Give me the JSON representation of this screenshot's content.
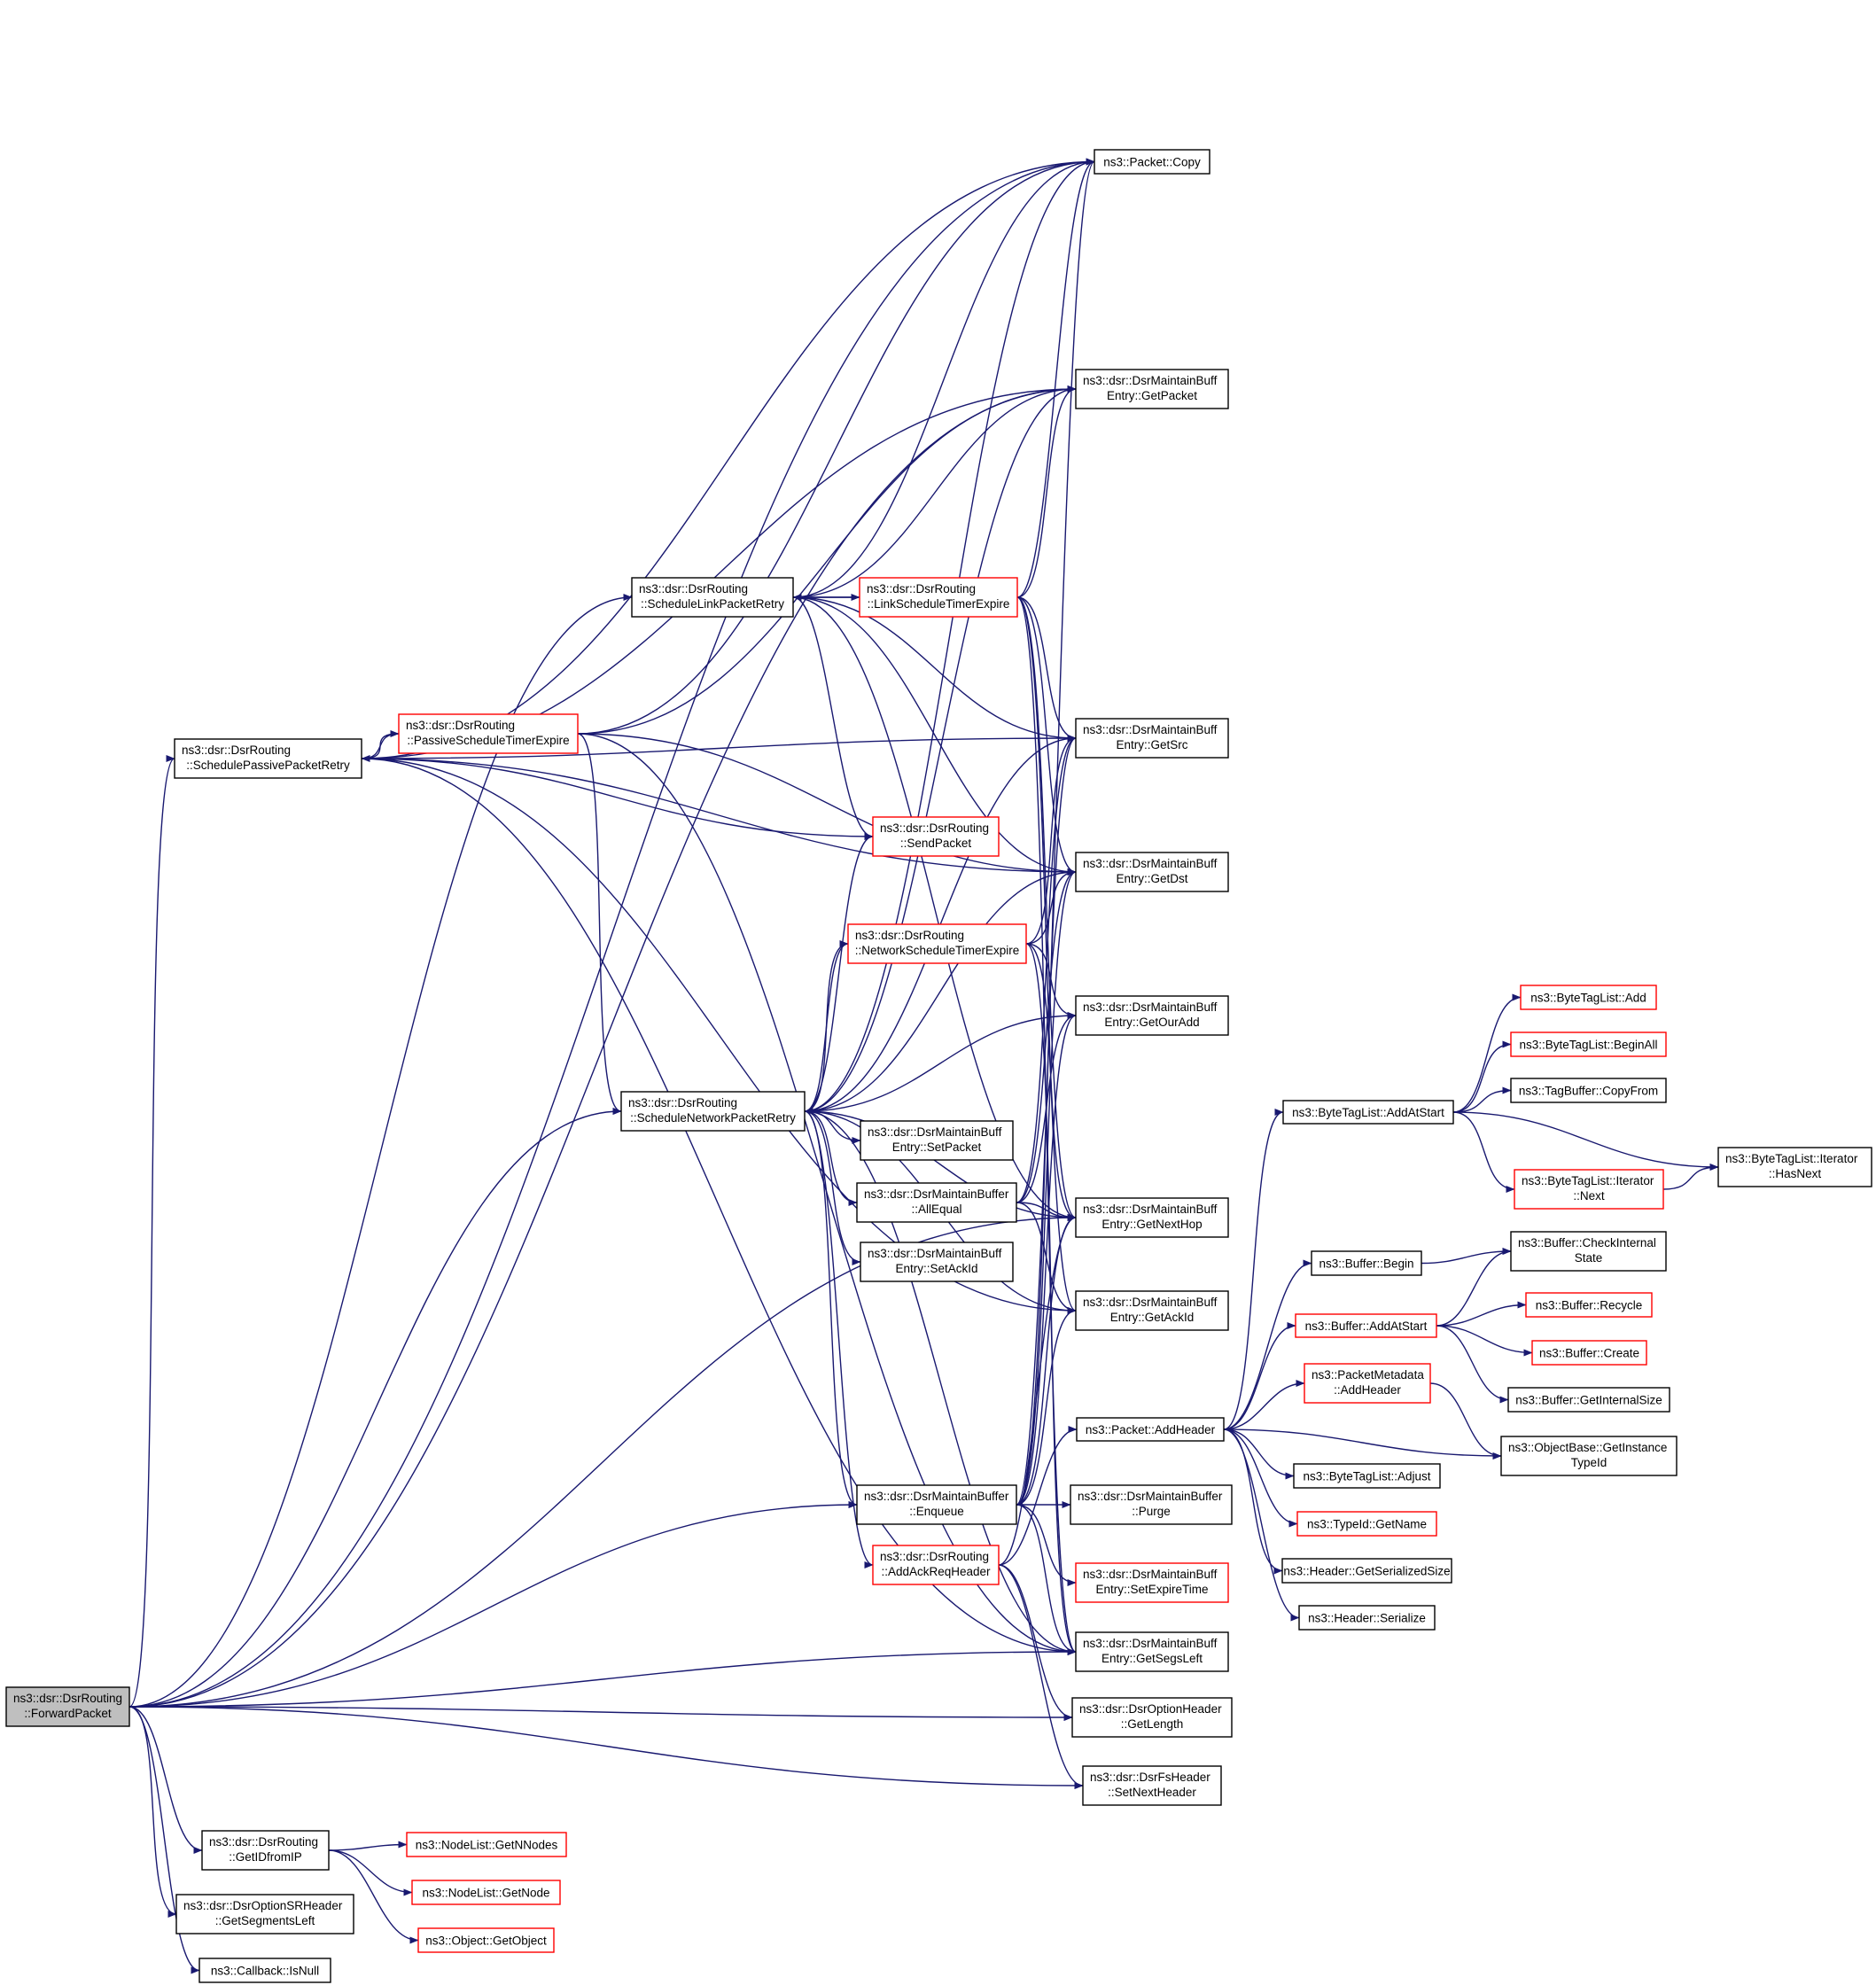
{
  "colors": {
    "edge": "#191970",
    "normal_border": "#000000",
    "truncated_border": "#ff0000",
    "root_fill": "#bfbfbf",
    "node_fill": "#ffffff"
  },
  "nodes": [
    {
      "id": "forward",
      "lines": [
        "ns3::dsr::DsrRouting",
        "::ForwardPacket"
      ],
      "style": "root"
    },
    {
      "id": "copy",
      "lines": [
        "ns3::Packet::Copy"
      ],
      "style": "normal"
    },
    {
      "id": "getpacket",
      "lines": [
        "ns3::dsr::DsrMaintainBuff",
        "Entry::GetPacket"
      ],
      "style": "normal"
    },
    {
      "id": "slpr",
      "lines": [
        "ns3::dsr::DsrRouting",
        "::ScheduleLinkPacketRetry"
      ],
      "style": "normal"
    },
    {
      "id": "lste",
      "lines": [
        "ns3::dsr::DsrRouting",
        "::LinkScheduleTimerExpire"
      ],
      "style": "truncated"
    },
    {
      "id": "sppr",
      "lines": [
        "ns3::dsr::DsrRouting",
        "::SchedulePassivePacketRetry"
      ],
      "style": "normal"
    },
    {
      "id": "pste",
      "lines": [
        "ns3::dsr::DsrRouting",
        "::PassiveScheduleTimerExpire"
      ],
      "style": "truncated"
    },
    {
      "id": "getsrc",
      "lines": [
        "ns3::dsr::DsrMaintainBuff",
        "Entry::GetSrc"
      ],
      "style": "normal"
    },
    {
      "id": "sendpacket",
      "lines": [
        "ns3::dsr::DsrRouting",
        "::SendPacket"
      ],
      "style": "truncated"
    },
    {
      "id": "getdst",
      "lines": [
        "ns3::dsr::DsrMaintainBuff",
        "Entry::GetDst"
      ],
      "style": "normal"
    },
    {
      "id": "nste",
      "lines": [
        "ns3::dsr::DsrRouting",
        "::NetworkScheduleTimerExpire"
      ],
      "style": "truncated"
    },
    {
      "id": "getouradd",
      "lines": [
        "ns3::dsr::DsrMaintainBuff",
        "Entry::GetOurAdd"
      ],
      "style": "normal"
    },
    {
      "id": "snpr",
      "lines": [
        "ns3::dsr::DsrRouting",
        "::ScheduleNetworkPacketRetry"
      ],
      "style": "normal"
    },
    {
      "id": "setpacket",
      "lines": [
        "ns3::dsr::DsrMaintainBuff",
        "Entry::SetPacket"
      ],
      "style": "normal"
    },
    {
      "id": "allequal",
      "lines": [
        "ns3::dsr::DsrMaintainBuffer",
        "::AllEqual"
      ],
      "style": "normal"
    },
    {
      "id": "getnexthop",
      "lines": [
        "ns3::dsr::DsrMaintainBuff",
        "Entry::GetNextHop"
      ],
      "style": "normal"
    },
    {
      "id": "setackid",
      "lines": [
        "ns3::dsr::DsrMaintainBuff",
        "Entry::SetAckId"
      ],
      "style": "normal"
    },
    {
      "id": "getackid",
      "lines": [
        "ns3::dsr::DsrMaintainBuff",
        "Entry::GetAckId"
      ],
      "style": "normal"
    },
    {
      "id": "addheader",
      "lines": [
        "ns3::Packet::AddHeader"
      ],
      "style": "normal"
    },
    {
      "id": "enqueue",
      "lines": [
        "ns3::dsr::DsrMaintainBuffer",
        "::Enqueue"
      ],
      "style": "normal"
    },
    {
      "id": "purge",
      "lines": [
        "ns3::dsr::DsrMaintainBuffer",
        "::Purge"
      ],
      "style": "normal"
    },
    {
      "id": "addackreq",
      "lines": [
        "ns3::dsr::DsrRouting",
        "::AddAckReqHeader"
      ],
      "style": "truncated"
    },
    {
      "id": "setexpire",
      "lines": [
        "ns3::dsr::DsrMaintainBuff",
        "Entry::SetExpireTime"
      ],
      "style": "truncated"
    },
    {
      "id": "getsegsleft",
      "lines": [
        "ns3::dsr::DsrMaintainBuff",
        "Entry::GetSegsLeft"
      ],
      "style": "normal"
    },
    {
      "id": "getlength",
      "lines": [
        "ns3::dsr::DsrOptionHeader",
        "::GetLength"
      ],
      "style": "normal"
    },
    {
      "id": "setnextheader",
      "lines": [
        "ns3::dsr::DsrFsHeader",
        "::SetNextHeader"
      ],
      "style": "normal"
    },
    {
      "id": "getidfromip",
      "lines": [
        "ns3::dsr::DsrRouting",
        "::GetIDfromIP"
      ],
      "style": "normal"
    },
    {
      "id": "getsegmentsleft",
      "lines": [
        "ns3::dsr::DsrOptionSRHeader",
        "::GetSegmentsLeft"
      ],
      "style": "normal"
    },
    {
      "id": "isnull",
      "lines": [
        "ns3::Callback::IsNull"
      ],
      "style": "normal"
    },
    {
      "id": "getnnodes",
      "lines": [
        "ns3::NodeList::GetNNodes"
      ],
      "style": "truncated"
    },
    {
      "id": "getnode",
      "lines": [
        "ns3::NodeList::GetNode"
      ],
      "style": "truncated"
    },
    {
      "id": "getobject",
      "lines": [
        "ns3::Object::GetObject"
      ],
      "style": "truncated"
    },
    {
      "id": "btl_add",
      "lines": [
        "ns3::ByteTagList::Add"
      ],
      "style": "truncated"
    },
    {
      "id": "btl_beginall",
      "lines": [
        "ns3::ByteTagList::BeginAll"
      ],
      "style": "truncated"
    },
    {
      "id": "tb_copyfrom",
      "lines": [
        "ns3::TagBuffer::CopyFrom"
      ],
      "style": "normal"
    },
    {
      "id": "btl_addatstart",
      "lines": [
        "ns3::ByteTagList::AddAtStart"
      ],
      "style": "normal"
    },
    {
      "id": "btl_it_hasnext",
      "lines": [
        "ns3::ByteTagList::Iterator",
        "::HasNext"
      ],
      "style": "normal"
    },
    {
      "id": "btl_it_next",
      "lines": [
        "ns3::ByteTagList::Iterator",
        "::Next"
      ],
      "style": "truncated"
    },
    {
      "id": "buf_begin",
      "lines": [
        "ns3::Buffer::Begin"
      ],
      "style": "normal"
    },
    {
      "id": "buf_checkinternal",
      "lines": [
        "ns3::Buffer::CheckInternal",
        "State"
      ],
      "style": "normal"
    },
    {
      "id": "buf_addatstart",
      "lines": [
        "ns3::Buffer::AddAtStart"
      ],
      "style": "truncated"
    },
    {
      "id": "buf_recycle",
      "lines": [
        "ns3::Buffer::Recycle"
      ],
      "style": "truncated"
    },
    {
      "id": "buf_create",
      "lines": [
        "ns3::Buffer::Create"
      ],
      "style": "truncated"
    },
    {
      "id": "pm_addheader",
      "lines": [
        "ns3::PacketMetadata",
        "::AddHeader"
      ],
      "style": "truncated"
    },
    {
      "id": "buf_getinternalsize",
      "lines": [
        "ns3::Buffer::GetInternalSize"
      ],
      "style": "normal"
    },
    {
      "id": "ob_getinstancetypeid",
      "lines": [
        "ns3::ObjectBase::GetInstance",
        "TypeId"
      ],
      "style": "normal"
    },
    {
      "id": "btl_adjust",
      "lines": [
        "ns3::ByteTagList::Adjust"
      ],
      "style": "normal"
    },
    {
      "id": "typeid_getname",
      "lines": [
        "ns3::TypeId::GetName"
      ],
      "style": "truncated"
    },
    {
      "id": "hdr_getserializedsize",
      "lines": [
        "ns3::Header::GetSerializedSize"
      ],
      "style": "normal"
    },
    {
      "id": "hdr_serialize",
      "lines": [
        "ns3::Header::Serialize"
      ],
      "style": "normal"
    }
  ],
  "edges": [
    [
      "forward",
      "copy"
    ],
    [
      "forward",
      "getpacket"
    ],
    [
      "forward",
      "slpr"
    ],
    [
      "forward",
      "sppr"
    ],
    [
      "forward",
      "snpr"
    ],
    [
      "forward",
      "getnexthop"
    ],
    [
      "forward",
      "enqueue"
    ],
    [
      "forward",
      "getsegsleft"
    ],
    [
      "forward",
      "getlength"
    ],
    [
      "forward",
      "setnextheader"
    ],
    [
      "forward",
      "getidfromip"
    ],
    [
      "forward",
      "getsegmentsleft"
    ],
    [
      "forward",
      "isnull"
    ],
    [
      "slpr",
      "copy"
    ],
    [
      "slpr",
      "getpacket"
    ],
    [
      "slpr",
      "lste"
    ],
    [
      "slpr",
      "getsrc"
    ],
    [
      "slpr",
      "sendpacket"
    ],
    [
      "slpr",
      "getdst"
    ],
    [
      "slpr",
      "getnexthop"
    ],
    [
      "lste",
      "slpr"
    ],
    [
      "lste",
      "copy"
    ],
    [
      "lste",
      "getpacket"
    ],
    [
      "lste",
      "getsrc"
    ],
    [
      "lste",
      "getdst"
    ],
    [
      "lste",
      "getnexthop"
    ],
    [
      "lste",
      "getackid"
    ],
    [
      "lste",
      "getsegsleft"
    ],
    [
      "sppr",
      "copy"
    ],
    [
      "sppr",
      "getpacket"
    ],
    [
      "sppr",
      "pste"
    ],
    [
      "sppr",
      "getsrc"
    ],
    [
      "sppr",
      "sendpacket"
    ],
    [
      "sppr",
      "getdst"
    ],
    [
      "sppr",
      "getackid"
    ],
    [
      "sppr",
      "getsegsleft"
    ],
    [
      "pste",
      "sppr"
    ],
    [
      "pste",
      "copy"
    ],
    [
      "pste",
      "getpacket"
    ],
    [
      "pste",
      "getdst"
    ],
    [
      "pste",
      "snpr"
    ],
    [
      "pste",
      "getsegsleft"
    ],
    [
      "snpr",
      "copy"
    ],
    [
      "snpr",
      "getpacket"
    ],
    [
      "snpr",
      "sendpacket"
    ],
    [
      "snpr",
      "nste"
    ],
    [
      "snpr",
      "getouradd"
    ],
    [
      "snpr",
      "setpacket"
    ],
    [
      "snpr",
      "allequal"
    ],
    [
      "snpr",
      "getnexthop"
    ],
    [
      "snpr",
      "setackid"
    ],
    [
      "snpr",
      "getackid"
    ],
    [
      "snpr",
      "enqueue"
    ],
    [
      "snpr",
      "addackreq"
    ],
    [
      "snpr",
      "getsegsleft"
    ],
    [
      "snpr",
      "getsrc"
    ],
    [
      "snpr",
      "getdst"
    ],
    [
      "nste",
      "snpr"
    ],
    [
      "nste",
      "getsrc"
    ],
    [
      "nste",
      "getdst"
    ],
    [
      "nste",
      "getouradd"
    ],
    [
      "nste",
      "getnexthop"
    ],
    [
      "nste",
      "getsegsleft"
    ],
    [
      "allequal",
      "getsrc"
    ],
    [
      "allequal",
      "getdst"
    ],
    [
      "allequal",
      "getnexthop"
    ],
    [
      "allequal",
      "getouradd"
    ],
    [
      "allequal",
      "getackid"
    ],
    [
      "enqueue",
      "copy"
    ],
    [
      "enqueue",
      "getsrc"
    ],
    [
      "enqueue",
      "getdst"
    ],
    [
      "enqueue",
      "getnexthop"
    ],
    [
      "enqueue",
      "getouradd"
    ],
    [
      "enqueue",
      "getackid"
    ],
    [
      "enqueue",
      "purge"
    ],
    [
      "enqueue",
      "setexpire"
    ],
    [
      "enqueue",
      "getsegsleft"
    ],
    [
      "addackreq",
      "addheader"
    ],
    [
      "addackreq",
      "getlength"
    ],
    [
      "addackreq",
      "setnextheader"
    ],
    [
      "addackreq",
      "getnexthop"
    ],
    [
      "addheader",
      "btl_addatstart"
    ],
    [
      "addheader",
      "buf_begin"
    ],
    [
      "addheader",
      "buf_addatstart"
    ],
    [
      "addheader",
      "pm_addheader"
    ],
    [
      "addheader",
      "ob_getinstancetypeid"
    ],
    [
      "addheader",
      "btl_adjust"
    ],
    [
      "addheader",
      "typeid_getname"
    ],
    [
      "addheader",
      "hdr_getserializedsize"
    ],
    [
      "addheader",
      "hdr_serialize"
    ],
    [
      "btl_addatstart",
      "btl_add"
    ],
    [
      "btl_addatstart",
      "btl_beginall"
    ],
    [
      "btl_addatstart",
      "tb_copyfrom"
    ],
    [
      "btl_addatstart",
      "btl_it_hasnext"
    ],
    [
      "btl_addatstart",
      "btl_it_next"
    ],
    [
      "btl_it_next",
      "btl_it_hasnext"
    ],
    [
      "buf_begin",
      "buf_checkinternal"
    ],
    [
      "buf_addatstart",
      "buf_checkinternal"
    ],
    [
      "buf_addatstart",
      "buf_recycle"
    ],
    [
      "buf_addatstart",
      "buf_create"
    ],
    [
      "buf_addatstart",
      "buf_getinternalsize"
    ],
    [
      "pm_addheader",
      "ob_getinstancetypeid"
    ],
    [
      "getidfromip",
      "getnnodes"
    ],
    [
      "getidfromip",
      "getnode"
    ],
    [
      "getidfromip",
      "getobject"
    ]
  ]
}
